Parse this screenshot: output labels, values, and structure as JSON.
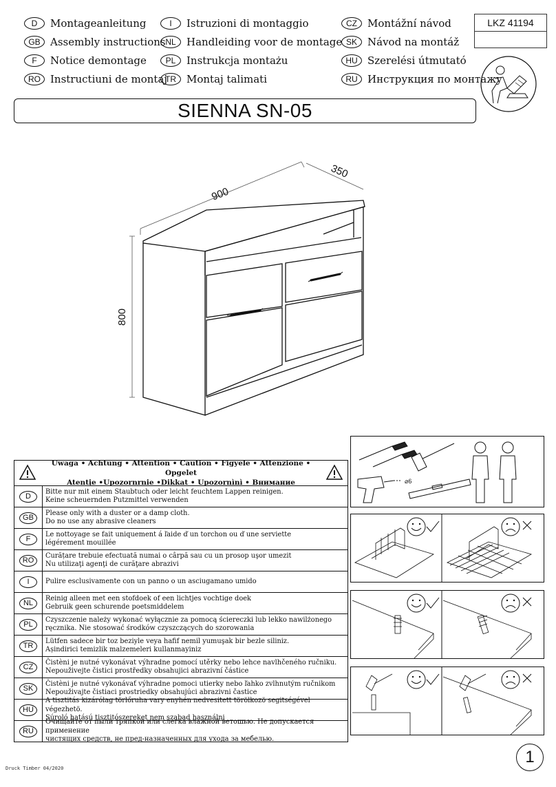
{
  "header": {
    "languages_col1": [
      {
        "code": "D",
        "text": "Montageanleitung"
      },
      {
        "code": "GB",
        "text": "Assembly instructions"
      },
      {
        "code": "F",
        "text": "Notice demontage"
      },
      {
        "code": "RO",
        "text": "Instructiuni de montaj"
      }
    ],
    "languages_col2": [
      {
        "code": "I",
        "text": "Istruzioni di montaggio"
      },
      {
        "code": "NL",
        "text": "Handleiding voor de montage"
      },
      {
        "code": "PL",
        "text": "Instrukcja montażu"
      },
      {
        "code": "TR",
        "text": "Montaj talimati"
      }
    ],
    "languages_col3": [
      {
        "code": "CZ",
        "text": "Montážní návod"
      },
      {
        "code": "SK",
        "text": "Návod na montáž"
      },
      {
        "code": "HU",
        "text": "Szerelési útmutató"
      },
      {
        "code": "RU",
        "text": "Инструкция по монтажу"
      }
    ],
    "reference": "LKZ 41194",
    "reference_blank": ""
  },
  "product": {
    "title": "SIENNA SN-05",
    "dim_width": "900",
    "dim_depth": "350",
    "dim_height": "800"
  },
  "warnings": {
    "heading_line1": "Uwaga • Achtung • Attention • Caution • Figyele • Attenzione • Opgelet",
    "heading_line2": "Atentįe •Upozornrnie •Dikkat • Upozornìnì • Внимание",
    "rows": [
      {
        "code": "D",
        "l1": "Bitte nur mit einem Staubtuch oder leicht feuchtem Lappen reinigen.",
        "l2": "Keine scheuernden Putzmittel verwenden"
      },
      {
        "code": "GB",
        "l1": "Please only with a duster or a damp cloth.",
        "l2": "Do no use any abrasive cleaners"
      },
      {
        "code": "F",
        "l1": "Le nottoyage se fait uniquement á ľaide ď un torchon ou ď une serviette",
        "l2": "légérement mouillée"
      },
      {
        "code": "RO",
        "l1": "Curățare trebuie efectuată numai o cârpă sau cu un prosop uşor umezit",
        "l2": "Nu utilizaţi agenţi de curăţare abrazivi"
      },
      {
        "code": "I",
        "l1": "Pulire esclusivamente con un panno o un asciugamano umido",
        "l2": ""
      },
      {
        "code": "NL",
        "l1": "Reinig alleen met een stofdoek of een lichtjes vochtige doek",
        "l2": "Gebruik geen schurende poetsmiddelem"
      },
      {
        "code": "PL",
        "l1": "Czyszczenie należy wykonać wyłącznie za pomocą ściereczki lub lekko nawilżonego",
        "l2": "ręcznika. Nie stosować środków czyszczących do szorowania"
      },
      {
        "code": "TR",
        "l1": "Lütfen sadece bir toz beziyle veya hafif nemil yumuşak bir bezle siliniz.",
        "l2": "Așindirici temizlik malzemeleri kullanmayiniz"
      },
      {
        "code": "CZ",
        "l1": "Čistèni je nutné vykonávat výhradne pomocí utěrky nebo lehce navlhčeného ručniku.",
        "l2": "Nepouživejte čistici prostředky obsahujici abrazivní částice"
      },
      {
        "code": "SK",
        "l1": "Čistèni je nutné vykonávať výhradne pomoci utierky nebo ľahko zvlhnutým ručnikom",
        "l2": "Nepouživajte čistiaci prostriedky obsahujúci abrazivni častice"
      },
      {
        "code": "HU",
        "l1": "A tisztitás kizárólag törlőruha vary enyhén nedvesitett törölkozö segitségével végezhetö.",
        "l2": "Súroló hatású tisztitószereket nem szabad használni"
      },
      {
        "code": "RU",
        "l1": "Очищайте от пыли тряпкой или слегка влажной ветошью. Не допускается применение",
        "l2": "чистящих средств, не пред-назначенных для ухода за мебелью."
      }
    ]
  },
  "tools": {
    "drill_bit_label": "6"
  },
  "footer": {
    "print_info": "Druck Timber 04/2020",
    "page_number": "1"
  }
}
